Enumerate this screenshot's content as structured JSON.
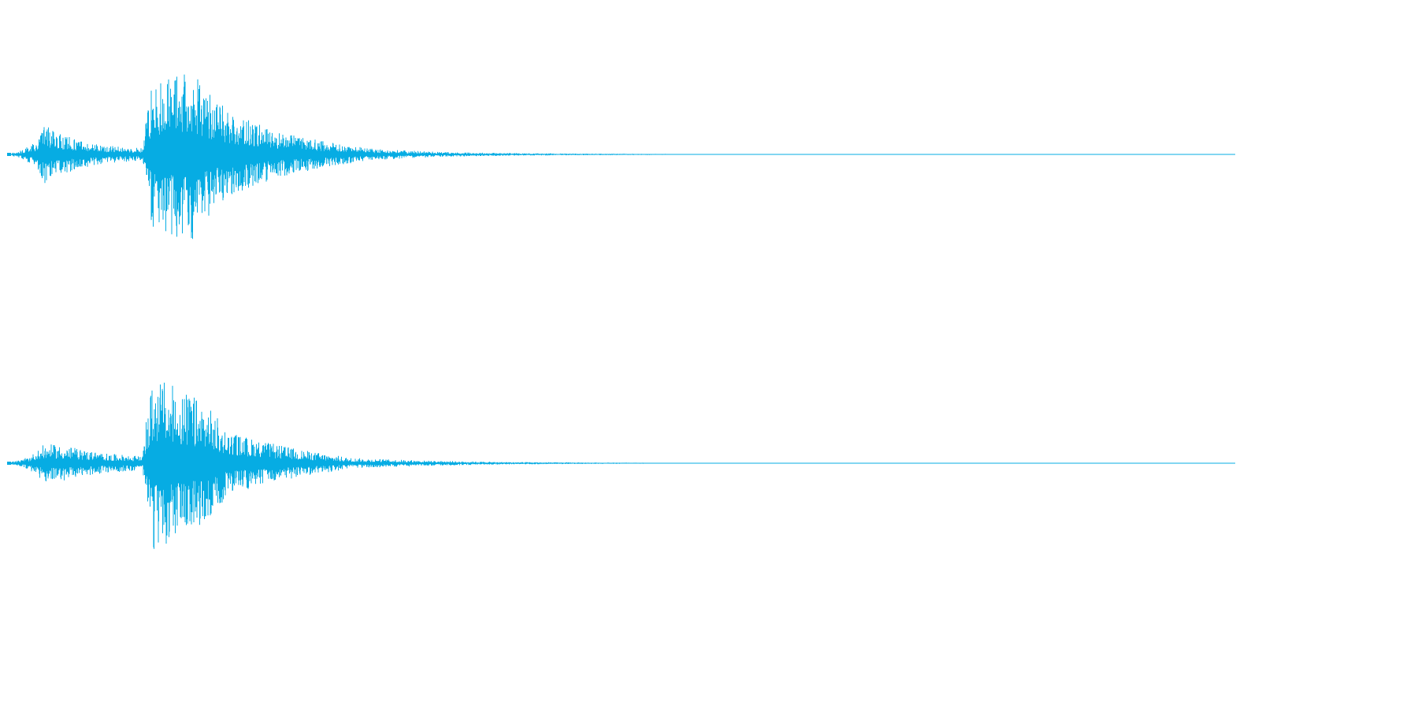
{
  "chart_data": {
    "type": "area",
    "title": "",
    "xlabel": "",
    "ylabel": "",
    "grid": false,
    "legend": "none",
    "ylim": [
      -1,
      1
    ],
    "xlim": [
      0,
      1
    ],
    "color": "#06ace3",
    "channels": [
      {
        "name": "",
        "envelope": [
          {
            "t": 0.0,
            "amp": 0.01
          },
          {
            "t": 0.004,
            "amp": 0.02
          },
          {
            "t": 0.012,
            "amp": 0.05
          },
          {
            "t": 0.022,
            "amp": 0.14
          },
          {
            "t": 0.03,
            "amp": 0.34
          },
          {
            "t": 0.04,
            "amp": 0.24
          },
          {
            "t": 0.06,
            "amp": 0.16
          },
          {
            "t": 0.08,
            "amp": 0.1
          },
          {
            "t": 0.11,
            "amp": 0.07
          },
          {
            "t": 0.113,
            "amp": 0.5
          },
          {
            "t": 0.118,
            "amp": 0.82
          },
          {
            "t": 0.135,
            "amp": 0.92
          },
          {
            "t": 0.15,
            "amp": 1.0
          },
          {
            "t": 0.17,
            "amp": 0.6
          },
          {
            "t": 0.19,
            "amp": 0.42
          },
          {
            "t": 0.22,
            "amp": 0.26
          },
          {
            "t": 0.26,
            "amp": 0.14
          },
          {
            "t": 0.3,
            "amp": 0.06
          },
          {
            "t": 0.36,
            "amp": 0.025
          },
          {
            "t": 0.43,
            "amp": 0.012
          },
          {
            "t": 0.5,
            "amp": 0.007
          },
          {
            "t": 0.56,
            "amp": 0.004
          },
          {
            "t": 0.6,
            "amp": 0.0
          }
        ]
      },
      {
        "name": "",
        "envelope": [
          {
            "t": 0.0,
            "amp": 0.01
          },
          {
            "t": 0.004,
            "amp": 0.02
          },
          {
            "t": 0.012,
            "amp": 0.04
          },
          {
            "t": 0.022,
            "amp": 0.12
          },
          {
            "t": 0.03,
            "amp": 0.22
          },
          {
            "t": 0.045,
            "amp": 0.2
          },
          {
            "t": 0.06,
            "amp": 0.16
          },
          {
            "t": 0.08,
            "amp": 0.11
          },
          {
            "t": 0.11,
            "amp": 0.08
          },
          {
            "t": 0.113,
            "amp": 0.55
          },
          {
            "t": 0.119,
            "amp": 1.0
          },
          {
            "t": 0.135,
            "amp": 0.88
          },
          {
            "t": 0.16,
            "amp": 0.7
          },
          {
            "t": 0.18,
            "amp": 0.36
          },
          {
            "t": 0.21,
            "amp": 0.24
          },
          {
            "t": 0.24,
            "amp": 0.15
          },
          {
            "t": 0.28,
            "amp": 0.06
          },
          {
            "t": 0.34,
            "amp": 0.03
          },
          {
            "t": 0.4,
            "amp": 0.015
          },
          {
            "t": 0.47,
            "amp": 0.008
          },
          {
            "t": 0.54,
            "amp": 0.004
          },
          {
            "t": 0.58,
            "amp": 0.0
          }
        ]
      }
    ]
  }
}
